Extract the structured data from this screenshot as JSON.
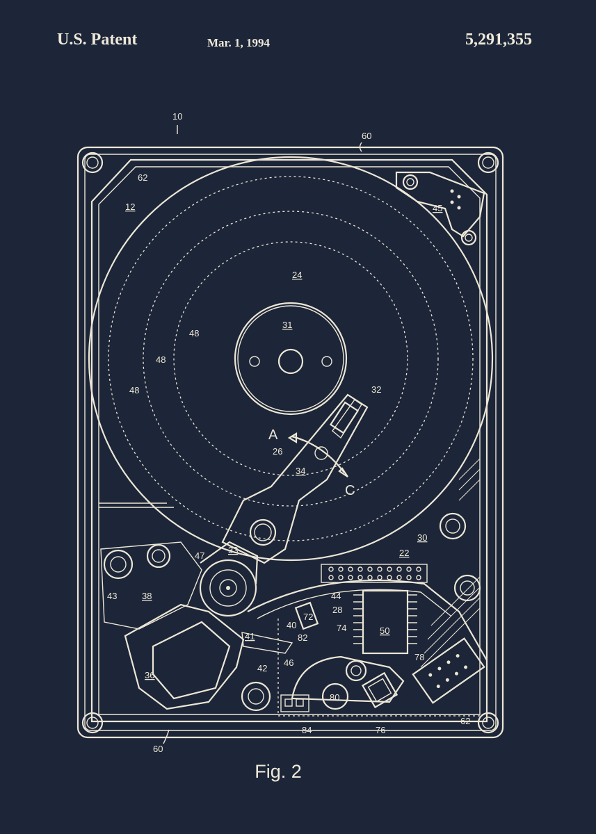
{
  "header": {
    "patent_label": "U.S. Patent",
    "date": "Mar. 1, 1994",
    "number": "5,291,355"
  },
  "caption": "Fig. 2",
  "labels": {
    "l10": "10",
    "l60_top": "60",
    "l62_top": "62",
    "l12": "12",
    "l45": "45",
    "l24": "24",
    "l31": "31",
    "l48_a": "48",
    "l48_b": "48",
    "l48_c": "48",
    "l32": "32",
    "lA": "A",
    "l26": "26",
    "l34": "34",
    "lC": "C",
    "l30": "30",
    "l22": "22",
    "l47": "47",
    "l33": "33",
    "l43": "43",
    "l38": "38",
    "l44": "44",
    "l28": "28",
    "l72": "72",
    "l40": "40",
    "l74": "74",
    "l50": "50",
    "l41": "41",
    "l82": "82",
    "l78": "78",
    "l46": "46",
    "l42": "42",
    "l36": "36",
    "l80": "80",
    "l62_bot": "62",
    "l84": "84",
    "l76": "76",
    "l60_bot": "60"
  }
}
